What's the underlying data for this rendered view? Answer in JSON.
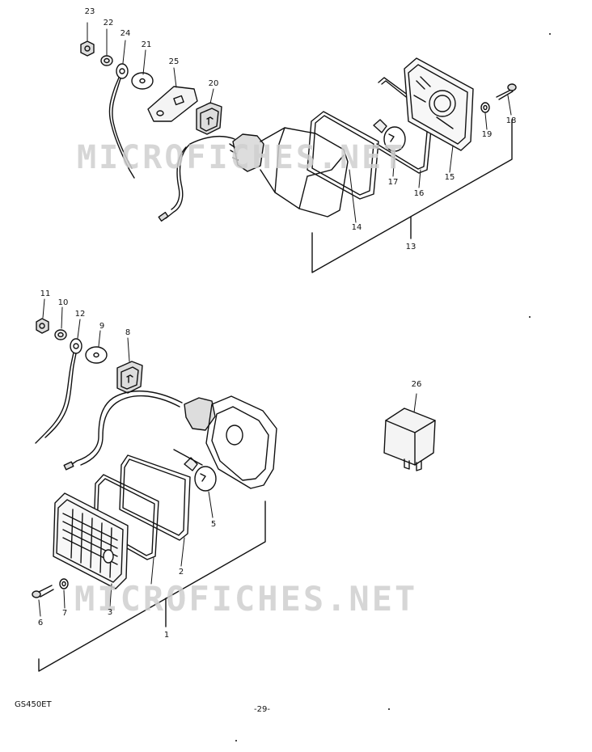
{
  "callouts": {
    "c1": "1",
    "c2": "2",
    "c3": "3",
    "c5": "5",
    "c6": "6",
    "c7": "7",
    "c8": "8",
    "c9": "9",
    "c10": "10",
    "c11": "11",
    "c12": "12",
    "c13": "13",
    "c14": "14",
    "c15": "15",
    "c16": "16",
    "c17": "17",
    "c18": "18",
    "c19": "19",
    "c20": "20",
    "c21": "21",
    "c22": "22",
    "c23": "23",
    "c24": "24",
    "c25": "25",
    "c26": "26"
  },
  "watermark": "MICROFICHES.NET",
  "footer": {
    "model": "GS450ET",
    "page": "-29-"
  }
}
